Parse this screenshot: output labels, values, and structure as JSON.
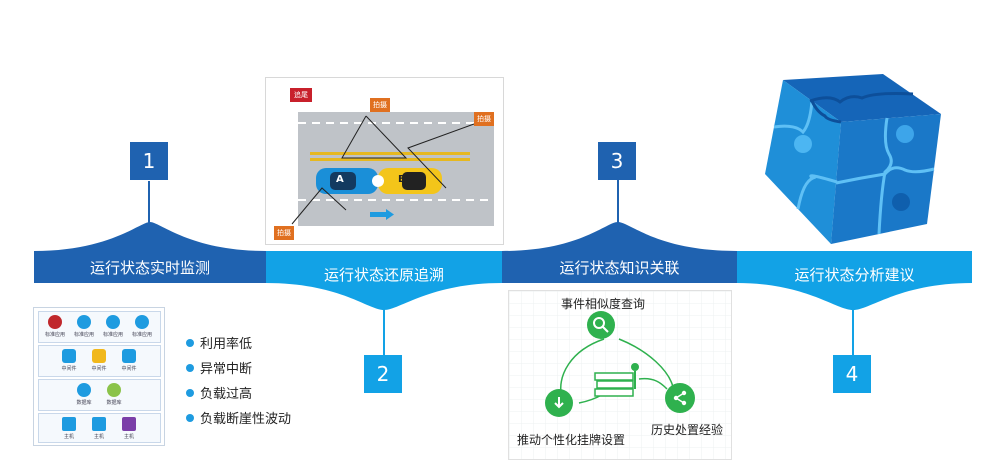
{
  "steps": [
    {
      "number": "1",
      "label": "运行状态实时监测"
    },
    {
      "number": "2",
      "label": "运行状态还原追溯"
    },
    {
      "number": "3",
      "label": "运行状态知识关联"
    },
    {
      "number": "4",
      "label": "运行状态分析建议"
    }
  ],
  "bullets": [
    "利用率低",
    "异常中断",
    "负载过高",
    "负载断崖性波动"
  ],
  "scene": {
    "tag_rear": "追尾",
    "tag_photo": "拍摄",
    "car_a": "A",
    "car_b": "B"
  },
  "knowledge": {
    "top_label": "事件相似度查询",
    "left_label": "推动个性化挂牌设置",
    "right_label": "历史处置经验"
  },
  "servers": {
    "row1": [
      "标准应用",
      "标准应用",
      "标准应用",
      "标准应用"
    ],
    "row2": [
      "中间件",
      "中间件",
      "中间件"
    ],
    "row3": [
      "数据库",
      "数据库"
    ],
    "row4": [
      "主机",
      "主机",
      "主机"
    ]
  },
  "colors": {
    "dark_blue": "#1f62b0",
    "light_blue": "#12a2e6",
    "cube_blue": "#1a90d8",
    "accent_green": "#2fb14e",
    "tag_red": "#c8202b",
    "tag_orange": "#e07020"
  }
}
